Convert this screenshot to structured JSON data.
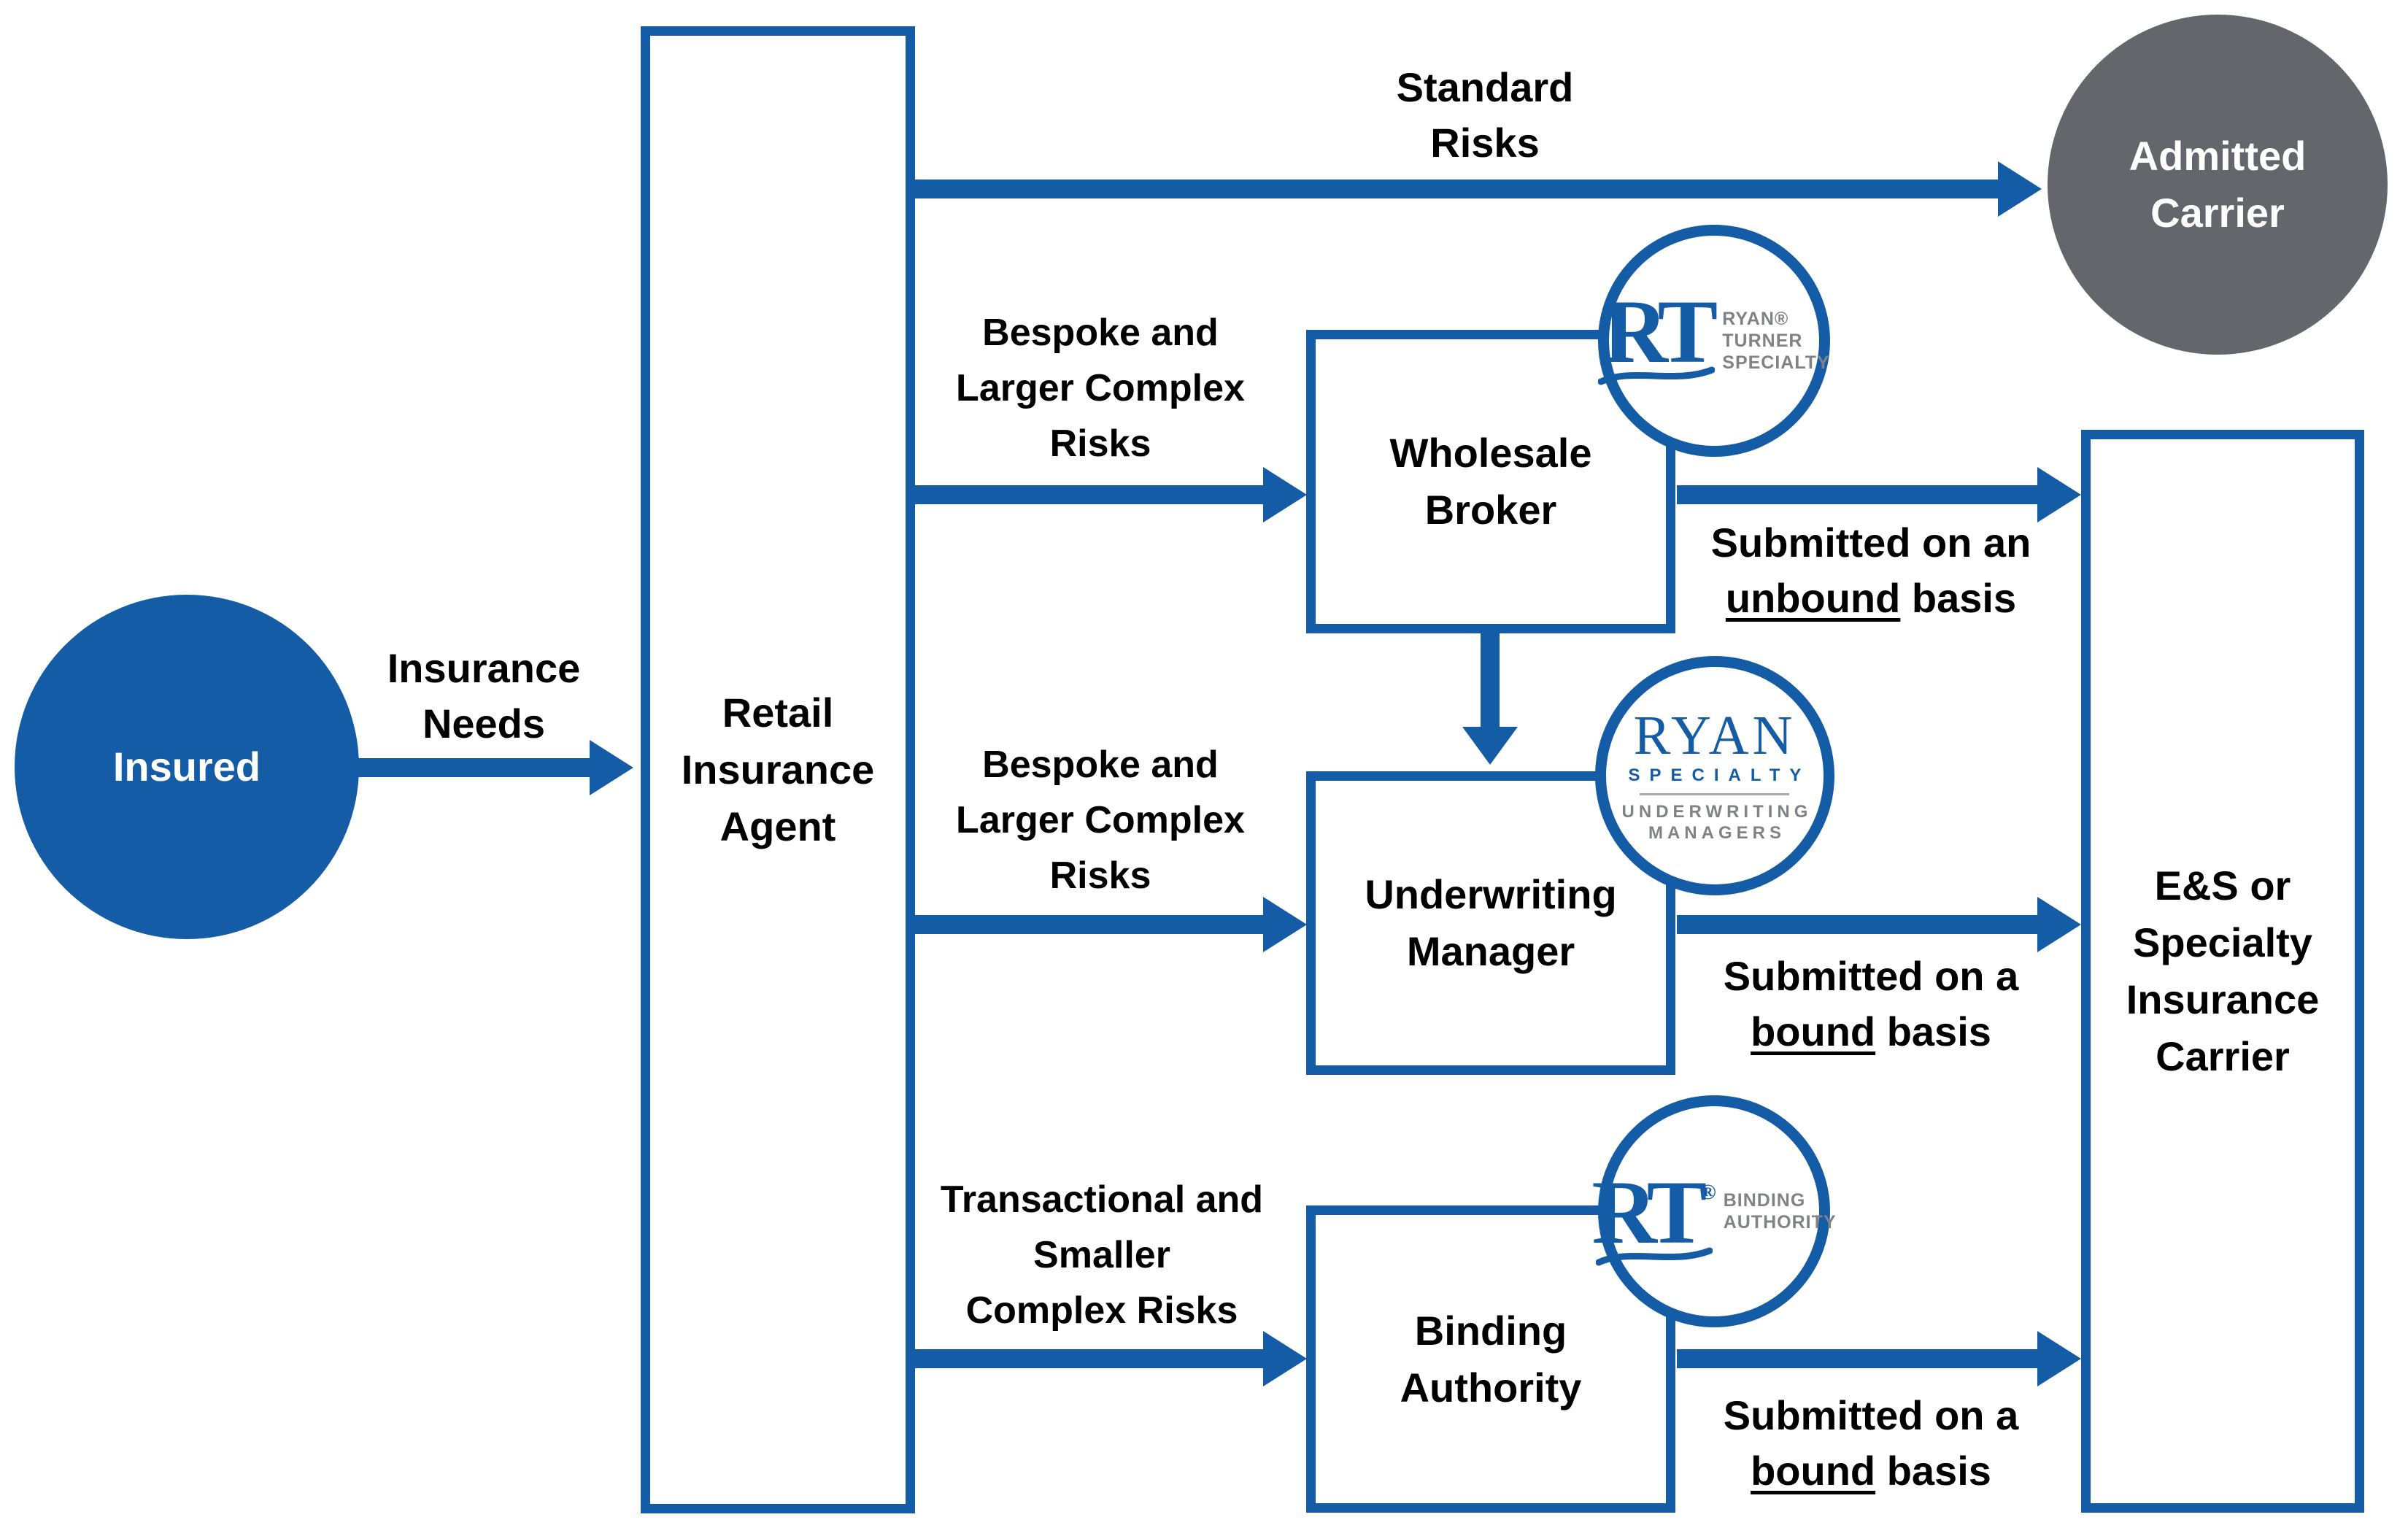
{
  "colors": {
    "accent_blue": "#155CA7",
    "admitted_carrier_gray": "#63666B",
    "logo_text_gray": "#808285",
    "label_text": "#000000"
  },
  "nodes": {
    "insured": {
      "label": "Insured"
    },
    "retail_agent": {
      "lines": [
        "Retail",
        "Insurance",
        "Agent"
      ]
    },
    "wholesale_broker": {
      "lines": [
        "Wholesale",
        "Broker"
      ]
    },
    "underwriting_manager": {
      "lines": [
        "Underwriting",
        "Manager"
      ]
    },
    "binding_authority": {
      "lines": [
        "Binding",
        "Authority"
      ]
    },
    "admitted_carrier": {
      "lines": [
        "Admitted",
        "Carrier"
      ]
    },
    "es_carrier": {
      "lines": [
        "E&S or",
        "Specialty",
        "Insurance",
        "Carrier"
      ]
    }
  },
  "edges": {
    "insurance_needs": {
      "lines": [
        "Insurance",
        "Needs"
      ]
    },
    "standard_risks": {
      "lines": [
        "Standard",
        "Risks"
      ]
    },
    "bespoke_1": {
      "lines": [
        "Bespoke and",
        "Larger Complex",
        "Risks"
      ]
    },
    "bespoke_2": {
      "lines": [
        "Bespoke and",
        "Larger Complex",
        "Risks"
      ]
    },
    "transactional": {
      "lines": [
        "Transactional and",
        "Smaller",
        "Complex Risks"
      ]
    },
    "submitted_unbound": {
      "line1": "Submitted on an",
      "underlined": "unbound",
      "rest": " basis"
    },
    "submitted_bound_mid": {
      "line1": "Submitted on a",
      "underlined": "bound",
      "rest": " basis"
    },
    "submitted_bound_bottom": {
      "line1": "Submitted on a",
      "underlined": "bound",
      "rest": " basis"
    }
  },
  "logos": {
    "rt_specialty": {
      "monogram": "RT",
      "lines": [
        "RYAN®",
        "TURNER",
        "SPECIALTY"
      ]
    },
    "ryan_specialty": {
      "wordmark": "RYAN",
      "tier": "SPECIALTY",
      "lines": [
        "UNDERWRITING",
        "MANAGERS"
      ]
    },
    "rt_binding": {
      "monogram": "RT",
      "reg": "®",
      "lines": [
        "BINDING",
        "AUTHORITY"
      ]
    }
  }
}
